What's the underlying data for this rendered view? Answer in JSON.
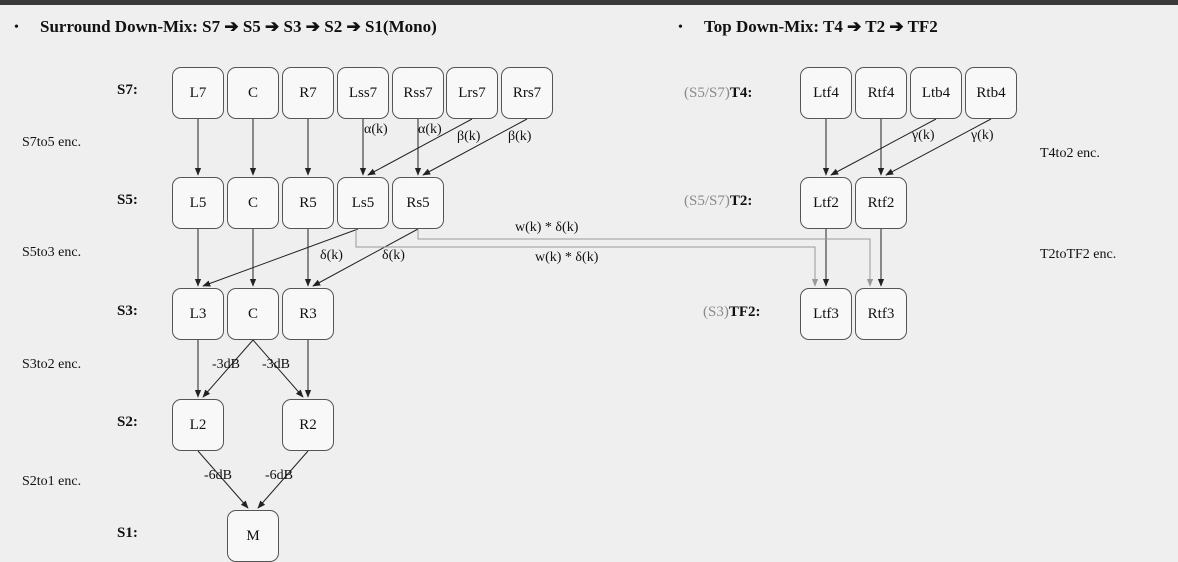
{
  "left": {
    "bullet": "•",
    "heading": "Surround Down-Mix: S7 ➔ S5 ➔ S3 ➔ S2 ➔ S1(Mono)",
    "rows": {
      "s7": {
        "label": "S7:",
        "boxes": [
          "L7",
          "C",
          "R7",
          "Lss7",
          "Rss7",
          "Lrs7",
          "Rrs7"
        ]
      },
      "s5": {
        "label": "S5:",
        "boxes": [
          "L5",
          "C",
          "R5",
          "Ls5",
          "Rs5"
        ]
      },
      "s3": {
        "label": "S3:",
        "boxes": [
          "L3",
          "C",
          "R3"
        ]
      },
      "s2": {
        "label": "S2:",
        "boxes": [
          "L2",
          "R2"
        ]
      },
      "s1": {
        "label": "S1:",
        "boxes": [
          "M"
        ]
      }
    },
    "encoders": {
      "s7to5": "S7to5 enc.",
      "s5to3": "S5to3 enc.",
      "s3to2": "S3to2 enc.",
      "s2to1": "S2to1 enc."
    },
    "gains": {
      "alpha1": "α(k)",
      "alpha2": "α(k)",
      "beta1": "β(k)",
      "beta2": "β(k)",
      "delta1": "δ(k)",
      "delta2": "δ(k)",
      "m3db1": "-3dB",
      "m3db2": "-3dB",
      "m6db1": "-6dB",
      "m6db2": "-6dB"
    },
    "cross": {
      "upper": "w(k) * δ(k)",
      "lower": "w(k) * δ(k)"
    }
  },
  "right": {
    "bullet": "•",
    "heading": "Top Down-Mix: T4 ➔ T2 ➔ TF2",
    "rows": {
      "t4": {
        "prefix": "(S5/S7)",
        "label": "T4:",
        "boxes": [
          "Ltf4",
          "Rtf4",
          "Ltb4",
          "Rtb4"
        ]
      },
      "t2": {
        "prefix": "(S5/S7)",
        "label": "T2:",
        "boxes": [
          "Ltf2",
          "Rtf2"
        ]
      },
      "tf2": {
        "prefix": "(S3)",
        "label": "TF2:",
        "boxes": [
          "Ltf3",
          "Rtf3"
        ]
      }
    },
    "encoders": {
      "t4to2": "T4to2 enc.",
      "t2totf2": "T2toTF2 enc."
    },
    "gains": {
      "gamma1": "γ(k)",
      "gamma2": "γ(k)"
    }
  },
  "colors": {
    "background": "#efefef",
    "box_border": "#555555",
    "arrow": "#222222",
    "cross_link": "#9a9a9a",
    "prefix_text": "#8a8a8a"
  }
}
